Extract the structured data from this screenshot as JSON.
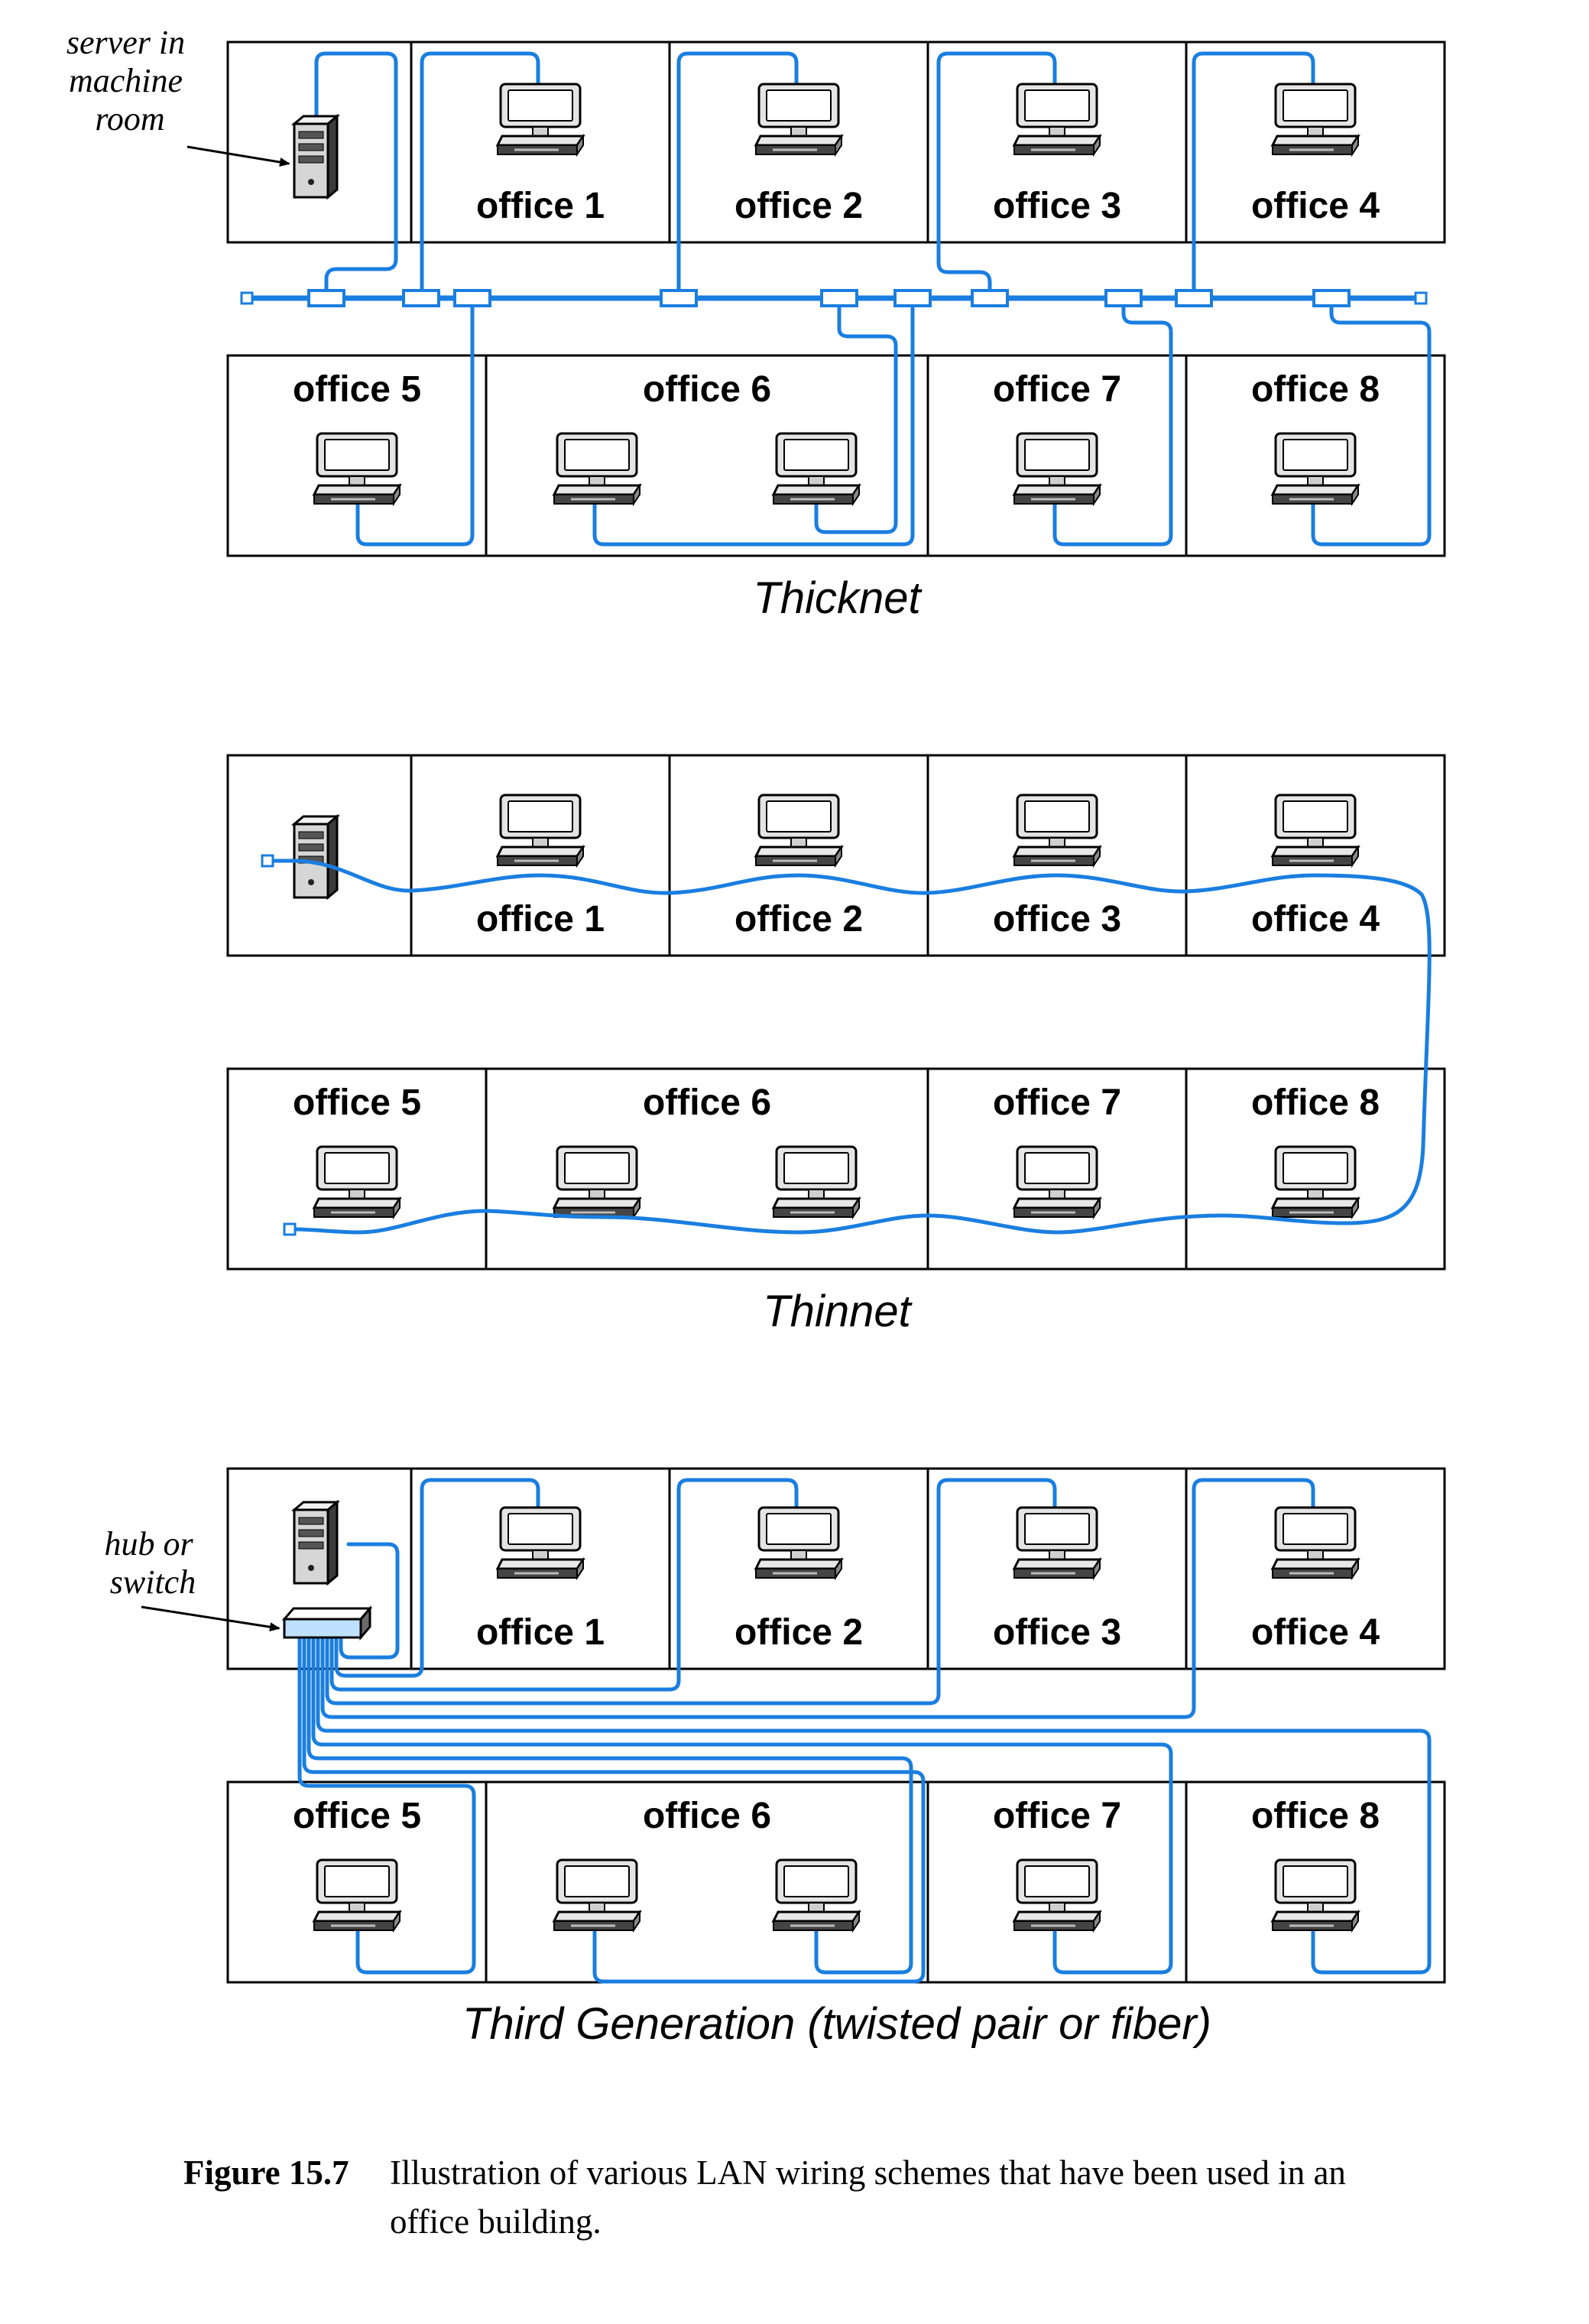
{
  "offices": {
    "o1": "office 1",
    "o2": "office 2",
    "o3": "office 3",
    "o4": "office 4",
    "o5": "office 5",
    "o6": "office 6",
    "o7": "office 7",
    "o8": "office 8"
  },
  "panels": {
    "thicknet": {
      "title": "Thicknet",
      "note": [
        "server in",
        "machine",
        "room"
      ]
    },
    "thinnet": {
      "title": "Thinnet"
    },
    "third": {
      "title": "Third Generation (twisted pair or fiber)",
      "note": [
        "hub or",
        "switch"
      ]
    }
  },
  "icons": {
    "server": "server-icon",
    "computer": "computer-icon",
    "hub": "hub-icon"
  },
  "colors": {
    "cable": "#1a7ee0",
    "outline": "#000000"
  },
  "caption": {
    "label": "Figure 15.7",
    "text": "Illustration of various LAN wiring schemes that have been used in an office building."
  }
}
